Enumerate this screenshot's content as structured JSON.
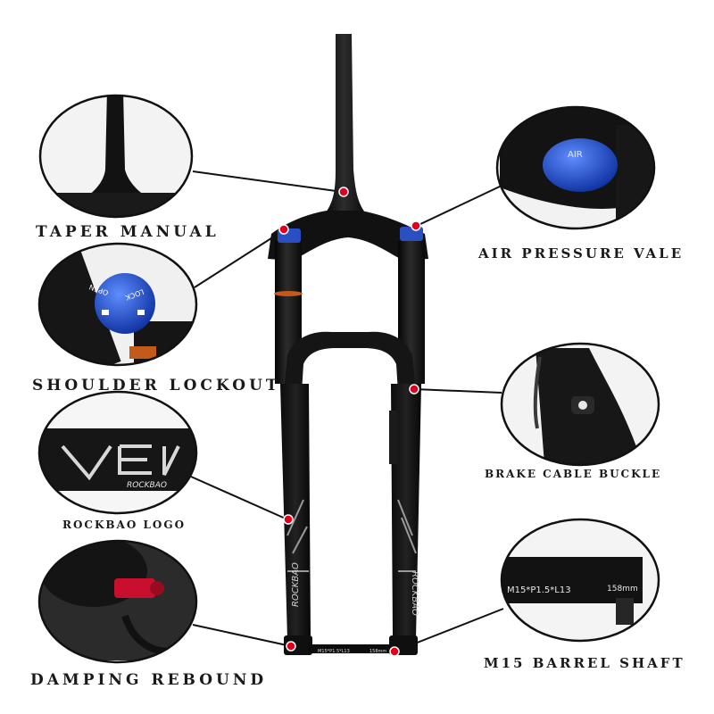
{
  "callouts": {
    "taper": "TAPER MANUAL",
    "air": "AIR PRESSURE VALE",
    "shoulder": "SHOULDER LOCKOUT",
    "brake": "BRAKE CABLE BUCKLE",
    "logo": "ROCKBAO LOGO",
    "shaft": "M15 BARREL SHAFT",
    "damping": "DAMPING REBOUND"
  },
  "detail_text": {
    "air_cap": "AIR",
    "knob_open": "OPEN",
    "knob_lock": "LOCK",
    "logo_brand": "ROCKBAO",
    "shaft_spec": "M15*P1.5*L13",
    "shaft_len": "158mm"
  },
  "colors": {
    "marker": "#e0001b",
    "fork": "#121212",
    "accent_blue": "#1a49c8",
    "rebound_red": "#c8102e"
  }
}
